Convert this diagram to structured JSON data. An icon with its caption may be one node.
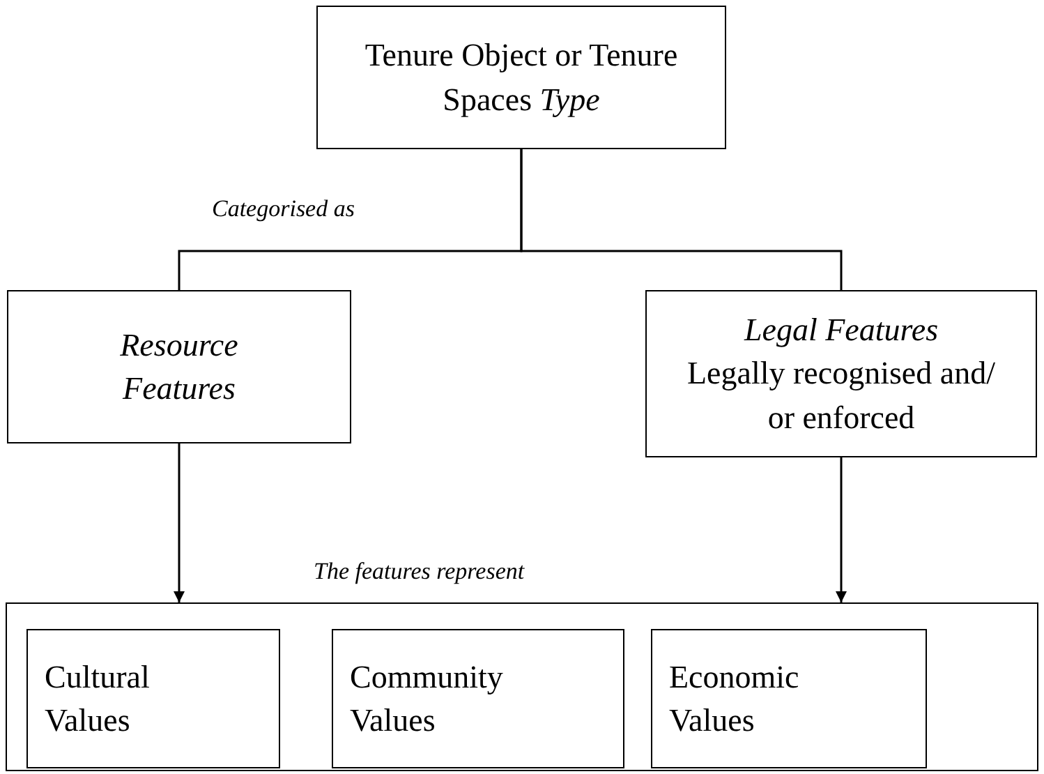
{
  "diagram": {
    "nodes": [
      {
        "text": [
          "Tenure Object or Tenure Spaces *Type*"
        ]
      },
      {
        "text": [
          "Resource Features"
        ]
      },
      {
        "text": [
          "Legal Features",
          "Legally recognised and/ or enforced"
        ]
      },
      {
        "text": [],
        "shape": "box"
      },
      {
        "text": [
          "Cultural Values"
        ],
        "in": 3
      },
      {
        "text": [
          "Community Values"
        ],
        "in": 3
      },
      {
        "text": [
          "Economic Values"
        ],
        "in": 3
      }
    ],
    "edges": [
      {
        "from": 0,
        "to": 1,
        "arrow": "none"
      },
      {
        "from": 0,
        "to": 2,
        "arrow": "none"
      },
      {
        "from": 1,
        "to": 3,
        "arrow": "to"
      },
      {
        "from": 2,
        "to": 3,
        "arrow": "to"
      }
    ],
    "labels": [
      "Categorised as",
      "The features represent"
    ]
  }
}
